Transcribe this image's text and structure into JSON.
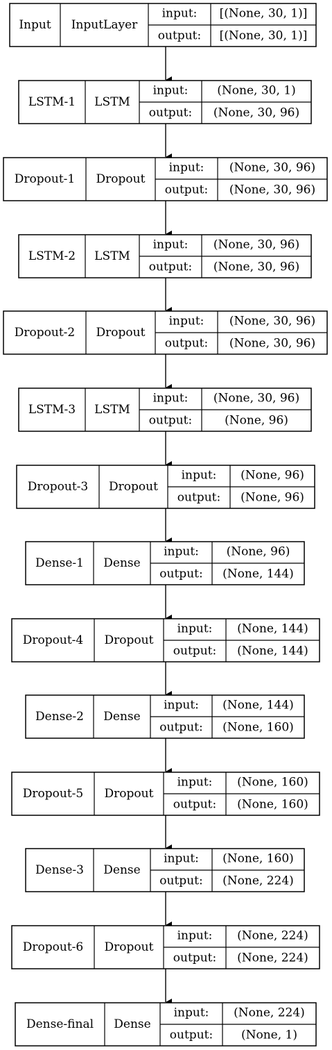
{
  "diagram": {
    "row_labels": {
      "input": "input:",
      "output": "output:"
    },
    "colors": {
      "stroke": "#000000",
      "background": "#ffffff",
      "text": "#000000"
    },
    "layers": [
      {
        "name": "Input",
        "type": "InputLayer",
        "input_shape": "[(None, 30, 1)]",
        "output_shape": "[(None, 30, 1)]"
      },
      {
        "name": "LSTM-1",
        "type": "LSTM",
        "input_shape": "(None, 30, 1)",
        "output_shape": "(None, 30, 96)"
      },
      {
        "name": "Dropout-1",
        "type": "Dropout",
        "input_shape": "(None, 30, 96)",
        "output_shape": "(None, 30, 96)"
      },
      {
        "name": "LSTM-2",
        "type": "LSTM",
        "input_shape": "(None, 30, 96)",
        "output_shape": "(None, 30, 96)"
      },
      {
        "name": "Dropout-2",
        "type": "Dropout",
        "input_shape": "(None, 30, 96)",
        "output_shape": "(None, 30, 96)"
      },
      {
        "name": "LSTM-3",
        "type": "LSTM",
        "input_shape": "(None, 30, 96)",
        "output_shape": "(None, 96)"
      },
      {
        "name": "Dropout-3",
        "type": "Dropout",
        "input_shape": "(None, 96)",
        "output_shape": "(None, 96)"
      },
      {
        "name": "Dense-1",
        "type": "Dense",
        "input_shape": "(None, 96)",
        "output_shape": "(None, 144)"
      },
      {
        "name": "Dropout-4",
        "type": "Dropout",
        "input_shape": "(None, 144)",
        "output_shape": "(None, 144)"
      },
      {
        "name": "Dense-2",
        "type": "Dense",
        "input_shape": "(None, 144)",
        "output_shape": "(None, 160)"
      },
      {
        "name": "Dropout-5",
        "type": "Dropout",
        "input_shape": "(None, 160)",
        "output_shape": "(None, 160)"
      },
      {
        "name": "Dense-3",
        "type": "Dense",
        "input_shape": "(None, 160)",
        "output_shape": "(None, 224)"
      },
      {
        "name": "Dropout-6",
        "type": "Dropout",
        "input_shape": "(None, 224)",
        "output_shape": "(None, 224)"
      },
      {
        "name": "Dense-final",
        "type": "Dense",
        "input_shape": "(None, 224)",
        "output_shape": "(None, 1)"
      }
    ]
  }
}
